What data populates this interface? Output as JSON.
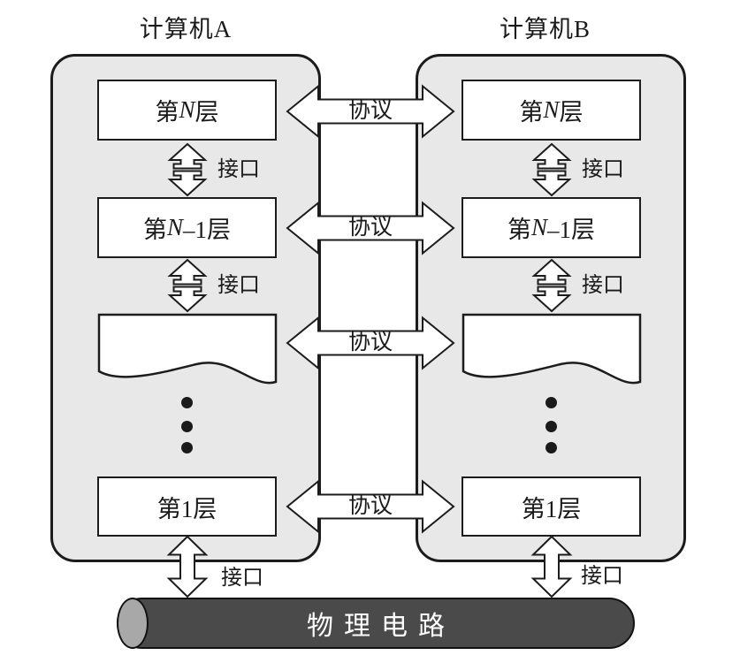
{
  "title": {
    "computer_a": "计算机A",
    "computer_b": "计算机B"
  },
  "labels": {
    "protocol": "协议",
    "interface": "接口",
    "physical_circuit": "物理电路"
  },
  "layers": [
    {
      "pre": "第",
      "var": "N",
      "suf": "层"
    },
    {
      "pre": "第",
      "var": "N",
      "suf": "–1层"
    },
    {
      "pre": "第",
      "var": "",
      "suf": "1层"
    }
  ],
  "colors": {
    "computer_fill": "#e8e8e8",
    "outline": "#1c1c1c",
    "box_fill": "#ffffff",
    "text": "#1a1a1a",
    "cylinder_body": "#4a4a4a",
    "cylinder_cap": "#a8a8a8",
    "circuit_text": "#ffffff"
  }
}
